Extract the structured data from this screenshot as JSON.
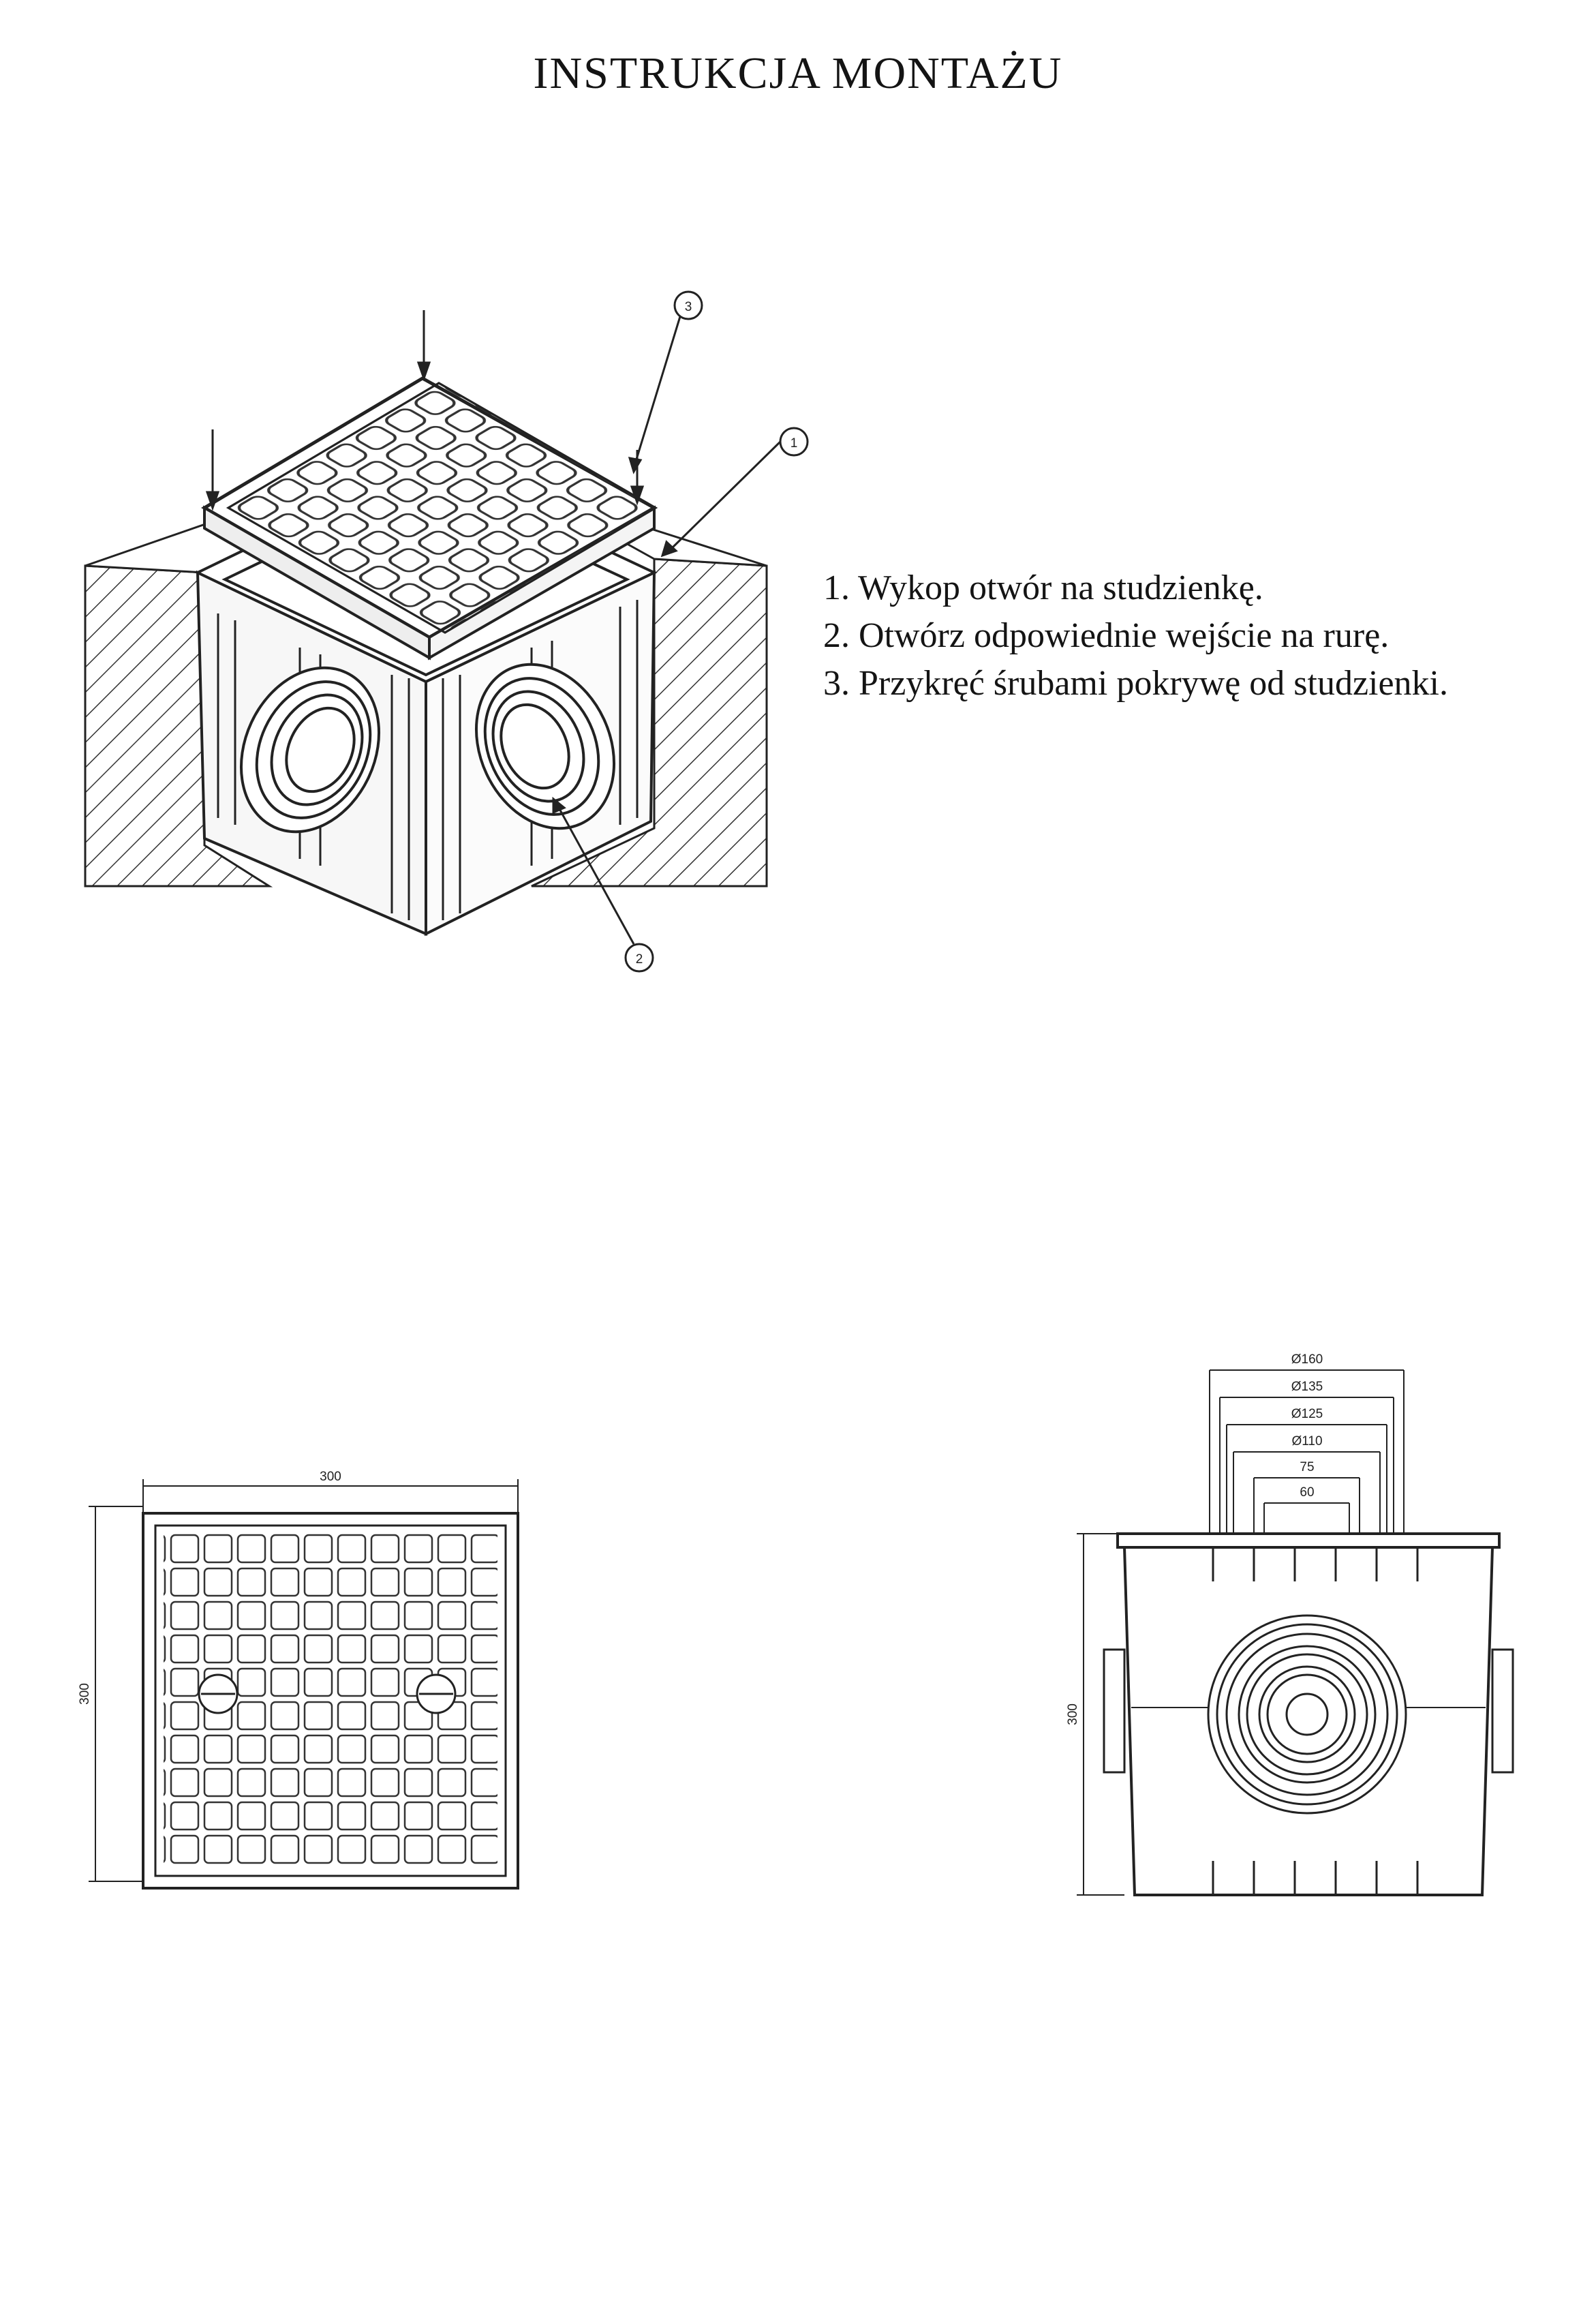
{
  "title": "INSTRUKCJA MONTAŻU",
  "steps": [
    "1. Wykop otwór na studzienkę.",
    "2. Otwórz odpowiednie wejście na rurę.",
    "3. Przykręć śrubami pokrywę od studzienki."
  ],
  "callouts": {
    "c1": "1",
    "c2": "2",
    "c3": "3"
  },
  "top_view": {
    "width_label": "300",
    "height_label": "300"
  },
  "side_view": {
    "height_label": "300",
    "diameters": [
      "Ø160",
      "Ø135",
      "Ø125",
      "Ø110",
      "75",
      "60"
    ]
  }
}
